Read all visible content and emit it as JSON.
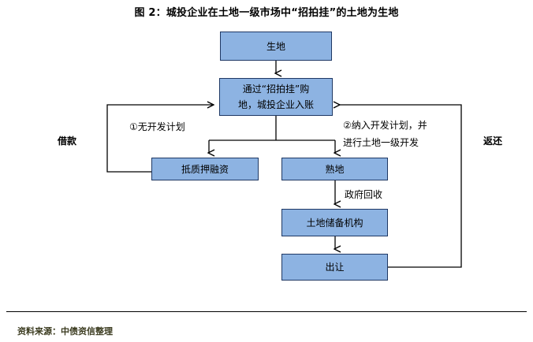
{
  "figure": {
    "title": "图 2：城投企业在土地一级市场中“招拍挂”的土地为生地",
    "source_note": "资料来源：中债资信整理",
    "colors": {
      "box_fill": "#8DB3E2",
      "box_border": "#1F3864",
      "connector": "#000000",
      "title_text": "#000000",
      "source_text": "#3A3A1E"
    }
  },
  "nodes": {
    "raw_land": "生地",
    "purchase_line1": "通过“招拍挂”购",
    "purchase_line2": "地，城投企业入账",
    "pledge_financing": "抵质押融资",
    "ripe_land": "熟地",
    "reserve_institution": "土地储备机构",
    "transfer": "出让"
  },
  "edge_labels": {
    "branch_one": "①无开发计划",
    "branch_two_line1": "②纳入开发计划，并",
    "branch_two_line2": "进行土地一级开发",
    "government_recovery": "政府回收",
    "borrow": "借款",
    "return": "返还"
  },
  "flow": {
    "type": "flowchart",
    "edges": [
      {
        "from": "生地",
        "to": "通过“招拍挂”购地，城投企业入账",
        "label": ""
      },
      {
        "from": "通过“招拍挂”购地，城投企业入账",
        "to": "抵质押融资",
        "label": "①无开发计划"
      },
      {
        "from": "通过“招拍挂”购地，城投企业入账",
        "to": "熟地",
        "label": "②纳入开发计划，并进行土地一级开发"
      },
      {
        "from": "抵质押融资",
        "to": "通过“招拍挂”购地，城投企业入账",
        "label": "借款"
      },
      {
        "from": "熟地",
        "to": "土地储备机构",
        "label": "政府回收"
      },
      {
        "from": "土地储备机构",
        "to": "出让",
        "label": ""
      },
      {
        "from": "出让",
        "to": "通过“招拍挂”购地，城投企业入账",
        "label": "返还"
      }
    ]
  }
}
